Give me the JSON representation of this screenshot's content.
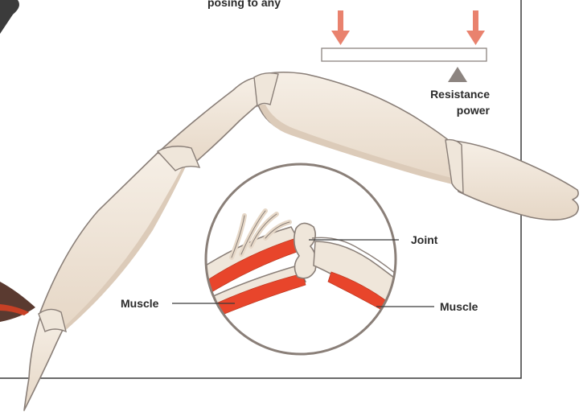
{
  "labels": {
    "top_caption_fragment": "posing to any",
    "resistance_line1": "Resistance",
    "resistance_line2": "power",
    "joint": "Joint",
    "muscle_left": "Muscle",
    "muscle_right": "Muscle"
  },
  "colors": {
    "background": "#ffffff",
    "frame": "#3a3a3a",
    "bone_fill": "#f3ebe1",
    "bone_shade": "#dccbb9",
    "bone_outline": "#8a7f78",
    "muscle": "#e8452b",
    "arrow": "#e9826e",
    "triangle": "#8c8480",
    "text": "#2b2b2b"
  }
}
